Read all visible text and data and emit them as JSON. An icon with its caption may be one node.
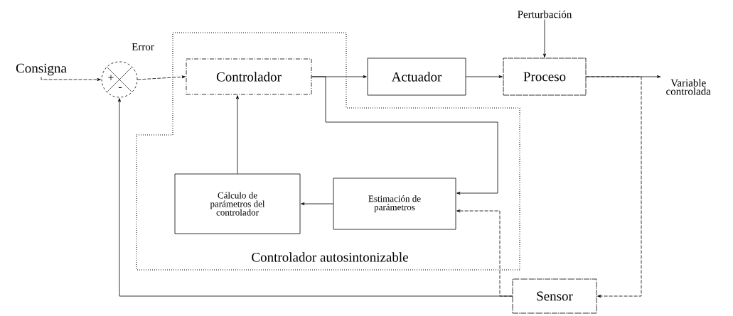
{
  "diagram": {
    "nodes": [
      {
        "text": [
          "Consigna"
        ]
      },
      {
        "text": [
          "+",
          "-"
        ]
      },
      {
        "text": [
          "Controlador autosintonizable"
        ]
      },
      {
        "text": [
          "Controlador"
        ],
        "in": 2
      },
      {
        "text": [
          "Actuador"
        ]
      },
      {
        "text": [
          "Perturbación"
        ]
      },
      {
        "text": [
          "Proceso"
        ]
      },
      {
        "text": [
          "Variable controlada"
        ]
      },
      {
        "text": [
          "Cálculo de parámetros del controlador"
        ],
        "in": 2
      },
      {
        "text": [
          "Estimación de parámetros"
        ],
        "in": 2
      },
      {
        "text": [
          "Sensor"
        ]
      }
    ],
    "edges": [
      {
        "from": 0,
        "to": 1,
        "arrow": "to",
        "style": "dashed"
      },
      {
        "from": 1,
        "to": 3,
        "arrow": "to",
        "style": "dashed"
      },
      {
        "from": 3,
        "to": 4,
        "arrow": "to"
      },
      {
        "from": 4,
        "to": 6,
        "arrow": "to"
      },
      {
        "from": 5,
        "to": 6,
        "arrow": "to"
      },
      {
        "from": 6,
        "to": 7,
        "arrow": "to"
      },
      {
        "from": 3,
        "to": 9,
        "arrow": "to"
      },
      {
        "from": 9,
        "to": 8,
        "arrow": "to"
      },
      {
        "from": 8,
        "to": 3,
        "arrow": "to"
      },
      {
        "from": 6,
        "to": 10,
        "arrow": "to",
        "style": "dashed"
      },
      {
        "from": 10,
        "to": 1,
        "arrow": "to"
      },
      {
        "from": 10,
        "to": 9,
        "arrow": "to",
        "style": "dashed"
      }
    ],
    "labels": [
      "Error"
    ]
  }
}
